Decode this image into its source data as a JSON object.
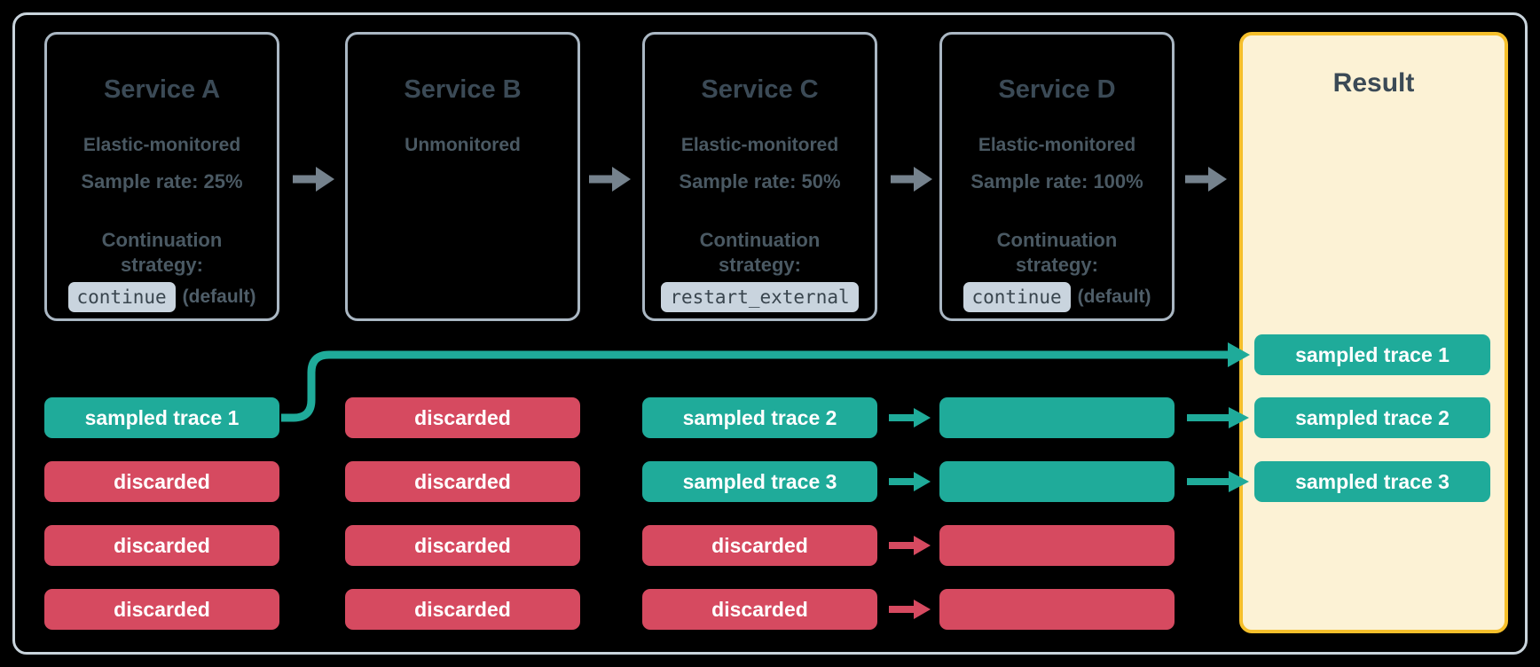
{
  "colors": {
    "bg": "#000000",
    "frameBorder": "#c9d4dc",
    "boxBorder": "#aab7c3",
    "heading": "#3b4a56",
    "body": "#4a5963",
    "muted": "#4f5e69",
    "codeBg": "#c9d4de",
    "codeText": "#39454e",
    "teal": "#1fab9a",
    "red": "#d64a60",
    "grayArrow": "#75828d",
    "resultBg": "#fcf2d5",
    "resultBorder": "#f5bf2b",
    "chipText": "#ffffff"
  },
  "icons": {
    "service_flow_arrow": "arrow-right",
    "trace_flow_arrow": "arrow-right",
    "sampled_trace_connector": "elbow-arrow-right"
  },
  "services": [
    {
      "title": "Service A",
      "subtitle": "Elastic-monitored",
      "sample_rate": "Sample rate: 25%",
      "strategy_line1": "Continuation",
      "strategy_line2": "strategy:",
      "strategy_code": "continue",
      "strategy_suffix": "(default)"
    },
    {
      "title": "Service B",
      "subtitle": "Unmonitored"
    },
    {
      "title": "Service C",
      "subtitle": "Elastic-monitored",
      "sample_rate": "Sample rate: 50%",
      "strategy_line1": "Continuation",
      "strategy_line2": "strategy:",
      "strategy_code": "restart_external",
      "strategy_suffix": ""
    },
    {
      "title": "Service D",
      "subtitle": "Elastic-monitored",
      "sample_rate": "Sample rate: 100%",
      "strategy_line1": "Continuation",
      "strategy_line2": "strategy:",
      "strategy_code": "continue",
      "strategy_suffix": "(default)"
    }
  ],
  "traces": {
    "service_a": [
      {
        "label": "sampled trace 1",
        "status": "sampled"
      },
      {
        "label": "discarded",
        "status": "discarded"
      },
      {
        "label": "discarded",
        "status": "discarded"
      },
      {
        "label": "discarded",
        "status": "discarded"
      }
    ],
    "service_b": [
      {
        "label": "discarded",
        "status": "discarded"
      },
      {
        "label": "discarded",
        "status": "discarded"
      },
      {
        "label": "discarded",
        "status": "discarded"
      },
      {
        "label": "discarded",
        "status": "discarded"
      }
    ],
    "service_c": [
      {
        "label": "sampled trace 2",
        "status": "sampled"
      },
      {
        "label": "sampled trace 3",
        "status": "sampled"
      },
      {
        "label": "discarded",
        "status": "discarded"
      },
      {
        "label": "discarded",
        "status": "discarded"
      }
    ],
    "service_d": [
      {
        "label": "",
        "status": "sampled"
      },
      {
        "label": "",
        "status": "sampled"
      },
      {
        "label": "",
        "status": "discarded"
      },
      {
        "label": "",
        "status": "discarded"
      }
    ]
  },
  "result": {
    "title": "Result",
    "chips": [
      "sampled trace 1",
      "sampled trace 2",
      "sampled trace 3"
    ]
  }
}
